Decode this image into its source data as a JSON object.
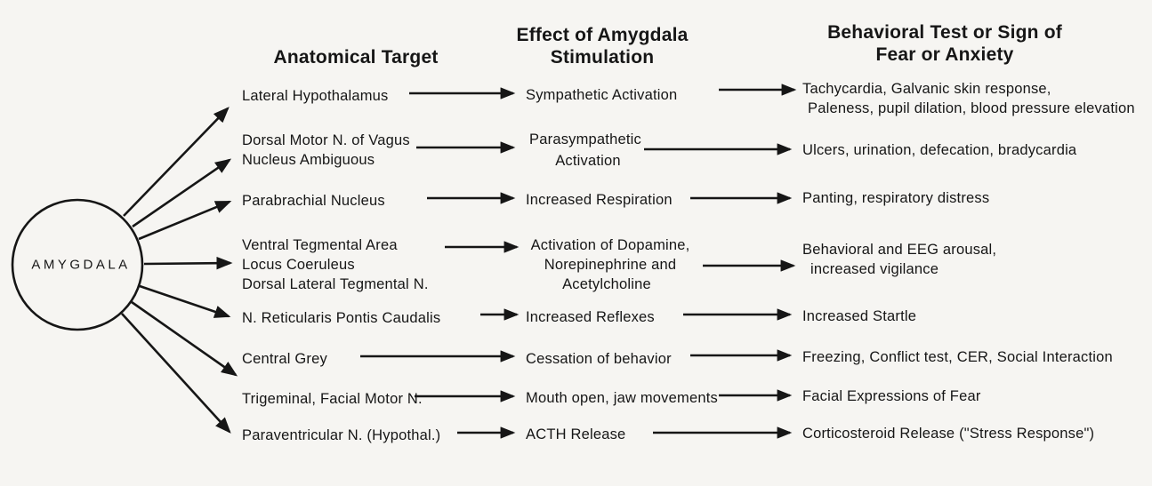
{
  "figure_type": "amygdala-output-pathways-diagram",
  "colors": {
    "paper": "#f6f5f2",
    "ink": "#161616"
  },
  "center_node": {
    "label": "AMYGDALA"
  },
  "headers": {
    "anatomical_target": "Anatomical Target",
    "effect_line1": "Effect of Amygdala",
    "effect_line2": "Stimulation",
    "behavioral_line1": "Behavioral Test or Sign of",
    "behavioral_line2": "Fear or Anxiety"
  },
  "rows": [
    {
      "target": [
        "Lateral Hypothalamus"
      ],
      "effect": [
        "Sympathetic Activation"
      ],
      "behavior": [
        "Tachycardia, Galvanic skin response,",
        "Paleness, pupil dilation, blood pressure elevation"
      ]
    },
    {
      "target": [
        "Dorsal Motor N. of Vagus",
        "Nucleus Ambiguous"
      ],
      "effect": [
        "Parasympathetic",
        "Activation"
      ],
      "behavior": [
        "Ulcers, urination, defecation, bradycardia"
      ]
    },
    {
      "target": [
        "Parabrachial Nucleus"
      ],
      "effect": [
        "Increased Respiration"
      ],
      "behavior": [
        "Panting, respiratory distress"
      ]
    },
    {
      "target": [
        "Ventral Tegmental Area",
        "Locus Coeruleus",
        "Dorsal Lateral Tegmental N."
      ],
      "effect": [
        "Activation of Dopamine,",
        "Norepinephrine and",
        "Acetylcholine"
      ],
      "behavior": [
        "Behavioral and EEG arousal,",
        "increased vigilance"
      ]
    },
    {
      "target": [
        "N. Reticularis Pontis Caudalis"
      ],
      "effect": [
        "Increased Reflexes"
      ],
      "behavior": [
        "Increased Startle"
      ]
    },
    {
      "target": [
        "Central Grey"
      ],
      "effect": [
        "Cessation of behavior"
      ],
      "behavior": [
        "Freezing, Conflict test, CER, Social Interaction"
      ]
    },
    {
      "target": [
        "Trigeminal, Facial Motor N."
      ],
      "effect": [
        "Mouth open, jaw movements"
      ],
      "behavior": [
        "Facial Expressions of Fear"
      ]
    },
    {
      "target": [
        "Paraventricular N. (Hypothal.)"
      ],
      "effect": [
        "ACTH Release"
      ],
      "behavior": [
        "Corticosteroid Release (\"Stress Response\")"
      ]
    }
  ]
}
